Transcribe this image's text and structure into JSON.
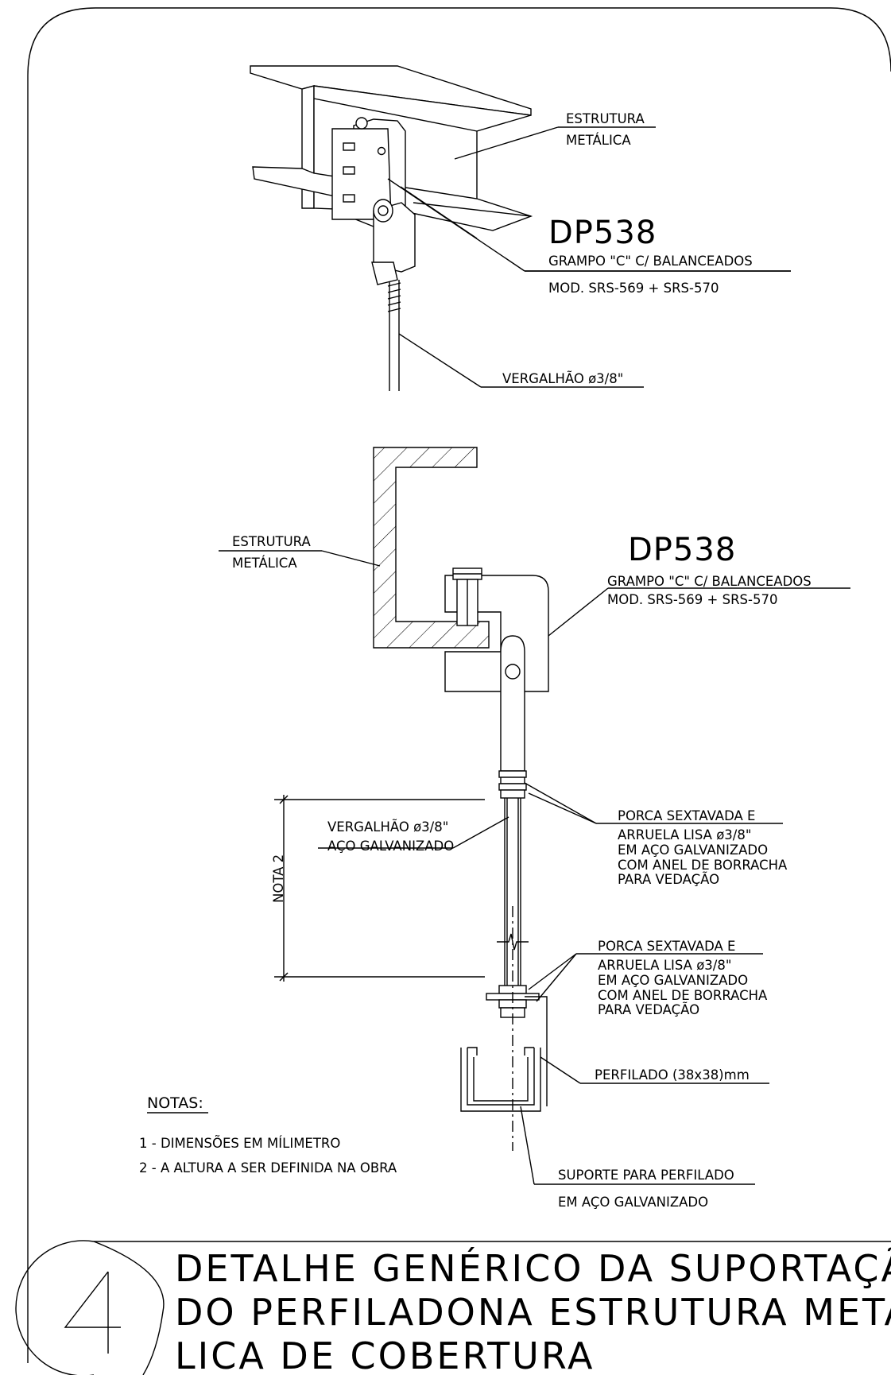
{
  "top_detail": {
    "structure_label_1": "ESTRUTURA",
    "structure_label_2": "METÁLICA",
    "part_code": "DP538",
    "clamp_label": "GRAMPO \"C\" C/ BALANCEADOS",
    "model_label": "MOD. SRS-569 + SRS-570",
    "rod_label": "VERGALHÃO ø3/8\""
  },
  "bottom_detail": {
    "structure_label_1": "ESTRUTURA",
    "structure_label_2": "METÁLICA",
    "part_code": "DP538",
    "clamp_label": "GRAMPO \"C\" C/ BALANCEADOS",
    "model_label": "MOD. SRS-569 + SRS-570",
    "rod_label_1": "VERGALHÃO ø3/8\"",
    "rod_label_2": "AÇO GALVANIZADO",
    "dimension_label": "NOTA 2",
    "nut_upper": [
      "PORCA SEXTAVADA E",
      "ARRUELA LISA ø3/8\"",
      "EM AÇO GALVANIZADO",
      "COM ANEL DE BORRACHA",
      "PARA VEDAÇÃO"
    ],
    "nut_lower": [
      "PORCA SEXTAVADA E",
      "ARRUELA LISA ø3/8\"",
      "EM AÇO GALVANIZADO",
      "COM ANEL DE BORRACHA",
      "PARA VEDAÇÃO"
    ],
    "profile_label": "PERFILADO (38x38)mm",
    "support_label_1": "SUPORTE PARA PERFILADO",
    "support_label_2": "EM AÇO GALVANIZADO"
  },
  "notes": {
    "heading": "NOTAS:",
    "items": [
      "1 - DIMENSÕES EM MÍLIMETRO",
      "2 - A ALTURA A SER DEFINIDA NA OBRA"
    ]
  },
  "title_block": {
    "number": "4",
    "lines": [
      "DETALHE GENÉRICO DA SUPORTAÇÃO",
      "DO PERFILADONA ESTRUTURA METÁ-",
      "LICA DE COBERTURA"
    ]
  }
}
